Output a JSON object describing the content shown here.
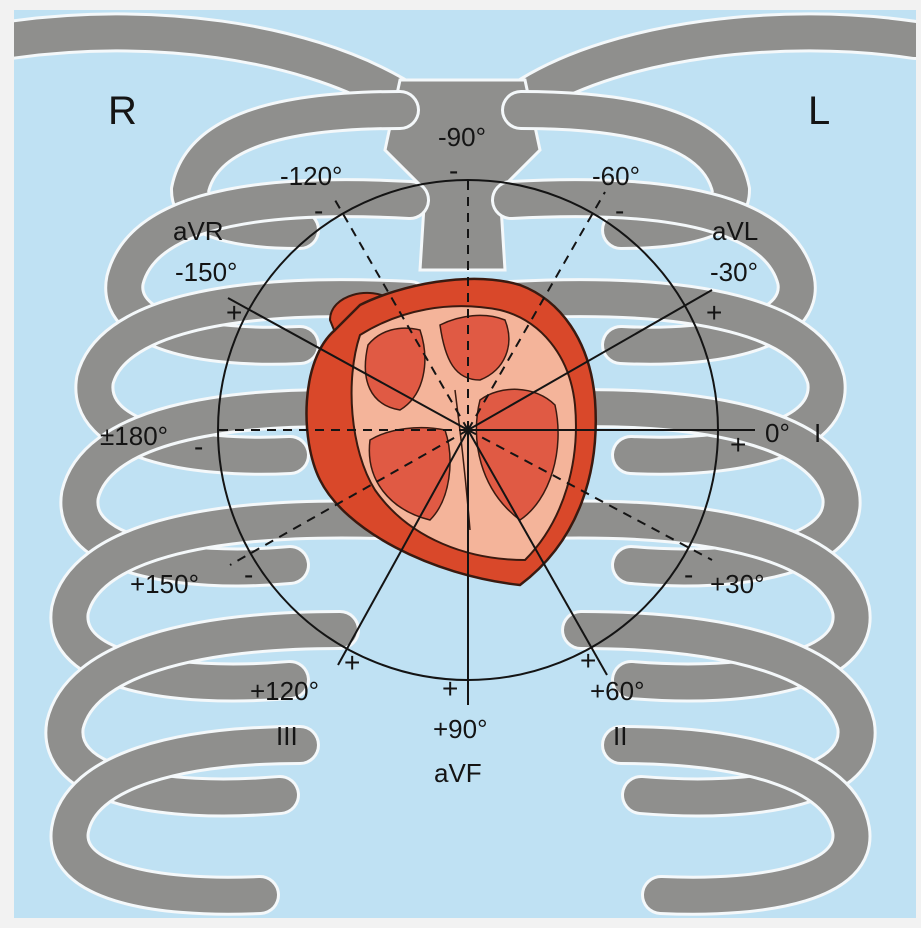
{
  "side_labels": {
    "right": "R",
    "left": "L"
  },
  "angles": {
    "minus90": "-90°",
    "minus120": "-120°",
    "minus60": "-60°",
    "minus150": "-150°",
    "minus30": "-30°",
    "plus_minus180": "±180°",
    "zero": "0°",
    "plus150": "+150°",
    "plus30": "+30°",
    "plus120": "+120°",
    "plus90": "+90°",
    "plus60": "+60°"
  },
  "leads": {
    "I": "I",
    "II": "II",
    "III": "III",
    "aVR": "aVR",
    "aVL": "aVL",
    "aVF": "aVF"
  },
  "polarity": {
    "plus": "+",
    "minus": "-"
  },
  "colors": {
    "background": "#bfe1f3",
    "bone": "#8f8f8d",
    "bone_edge": "#f4f8fa",
    "heart_outer": "#d9482a",
    "heart_inner": "#f4b49a",
    "chamber": "#e05a44",
    "line": "#141414"
  }
}
